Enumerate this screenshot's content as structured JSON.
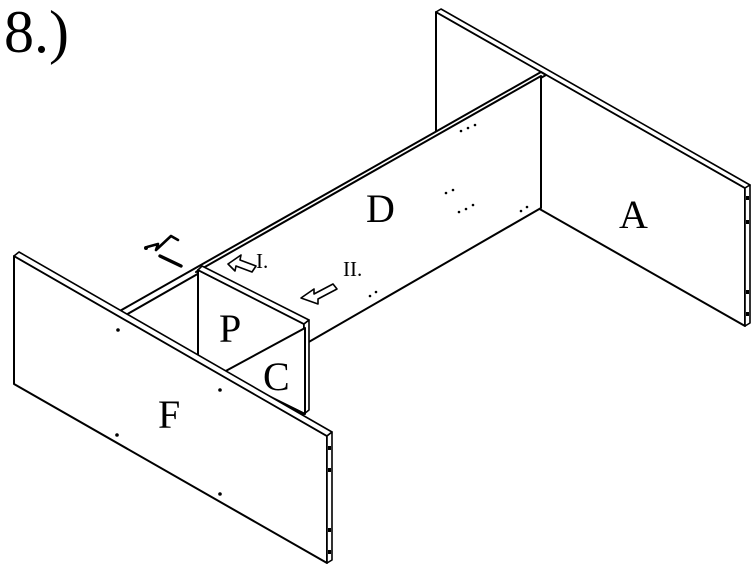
{
  "step_label": "8.)",
  "parts": {
    "a": "A",
    "d": "D",
    "f": "F",
    "p": "P",
    "c": "C"
  },
  "arrows": {
    "first": "I.",
    "second": "II."
  },
  "icons": {
    "allen_key": "allen-key-icon"
  }
}
